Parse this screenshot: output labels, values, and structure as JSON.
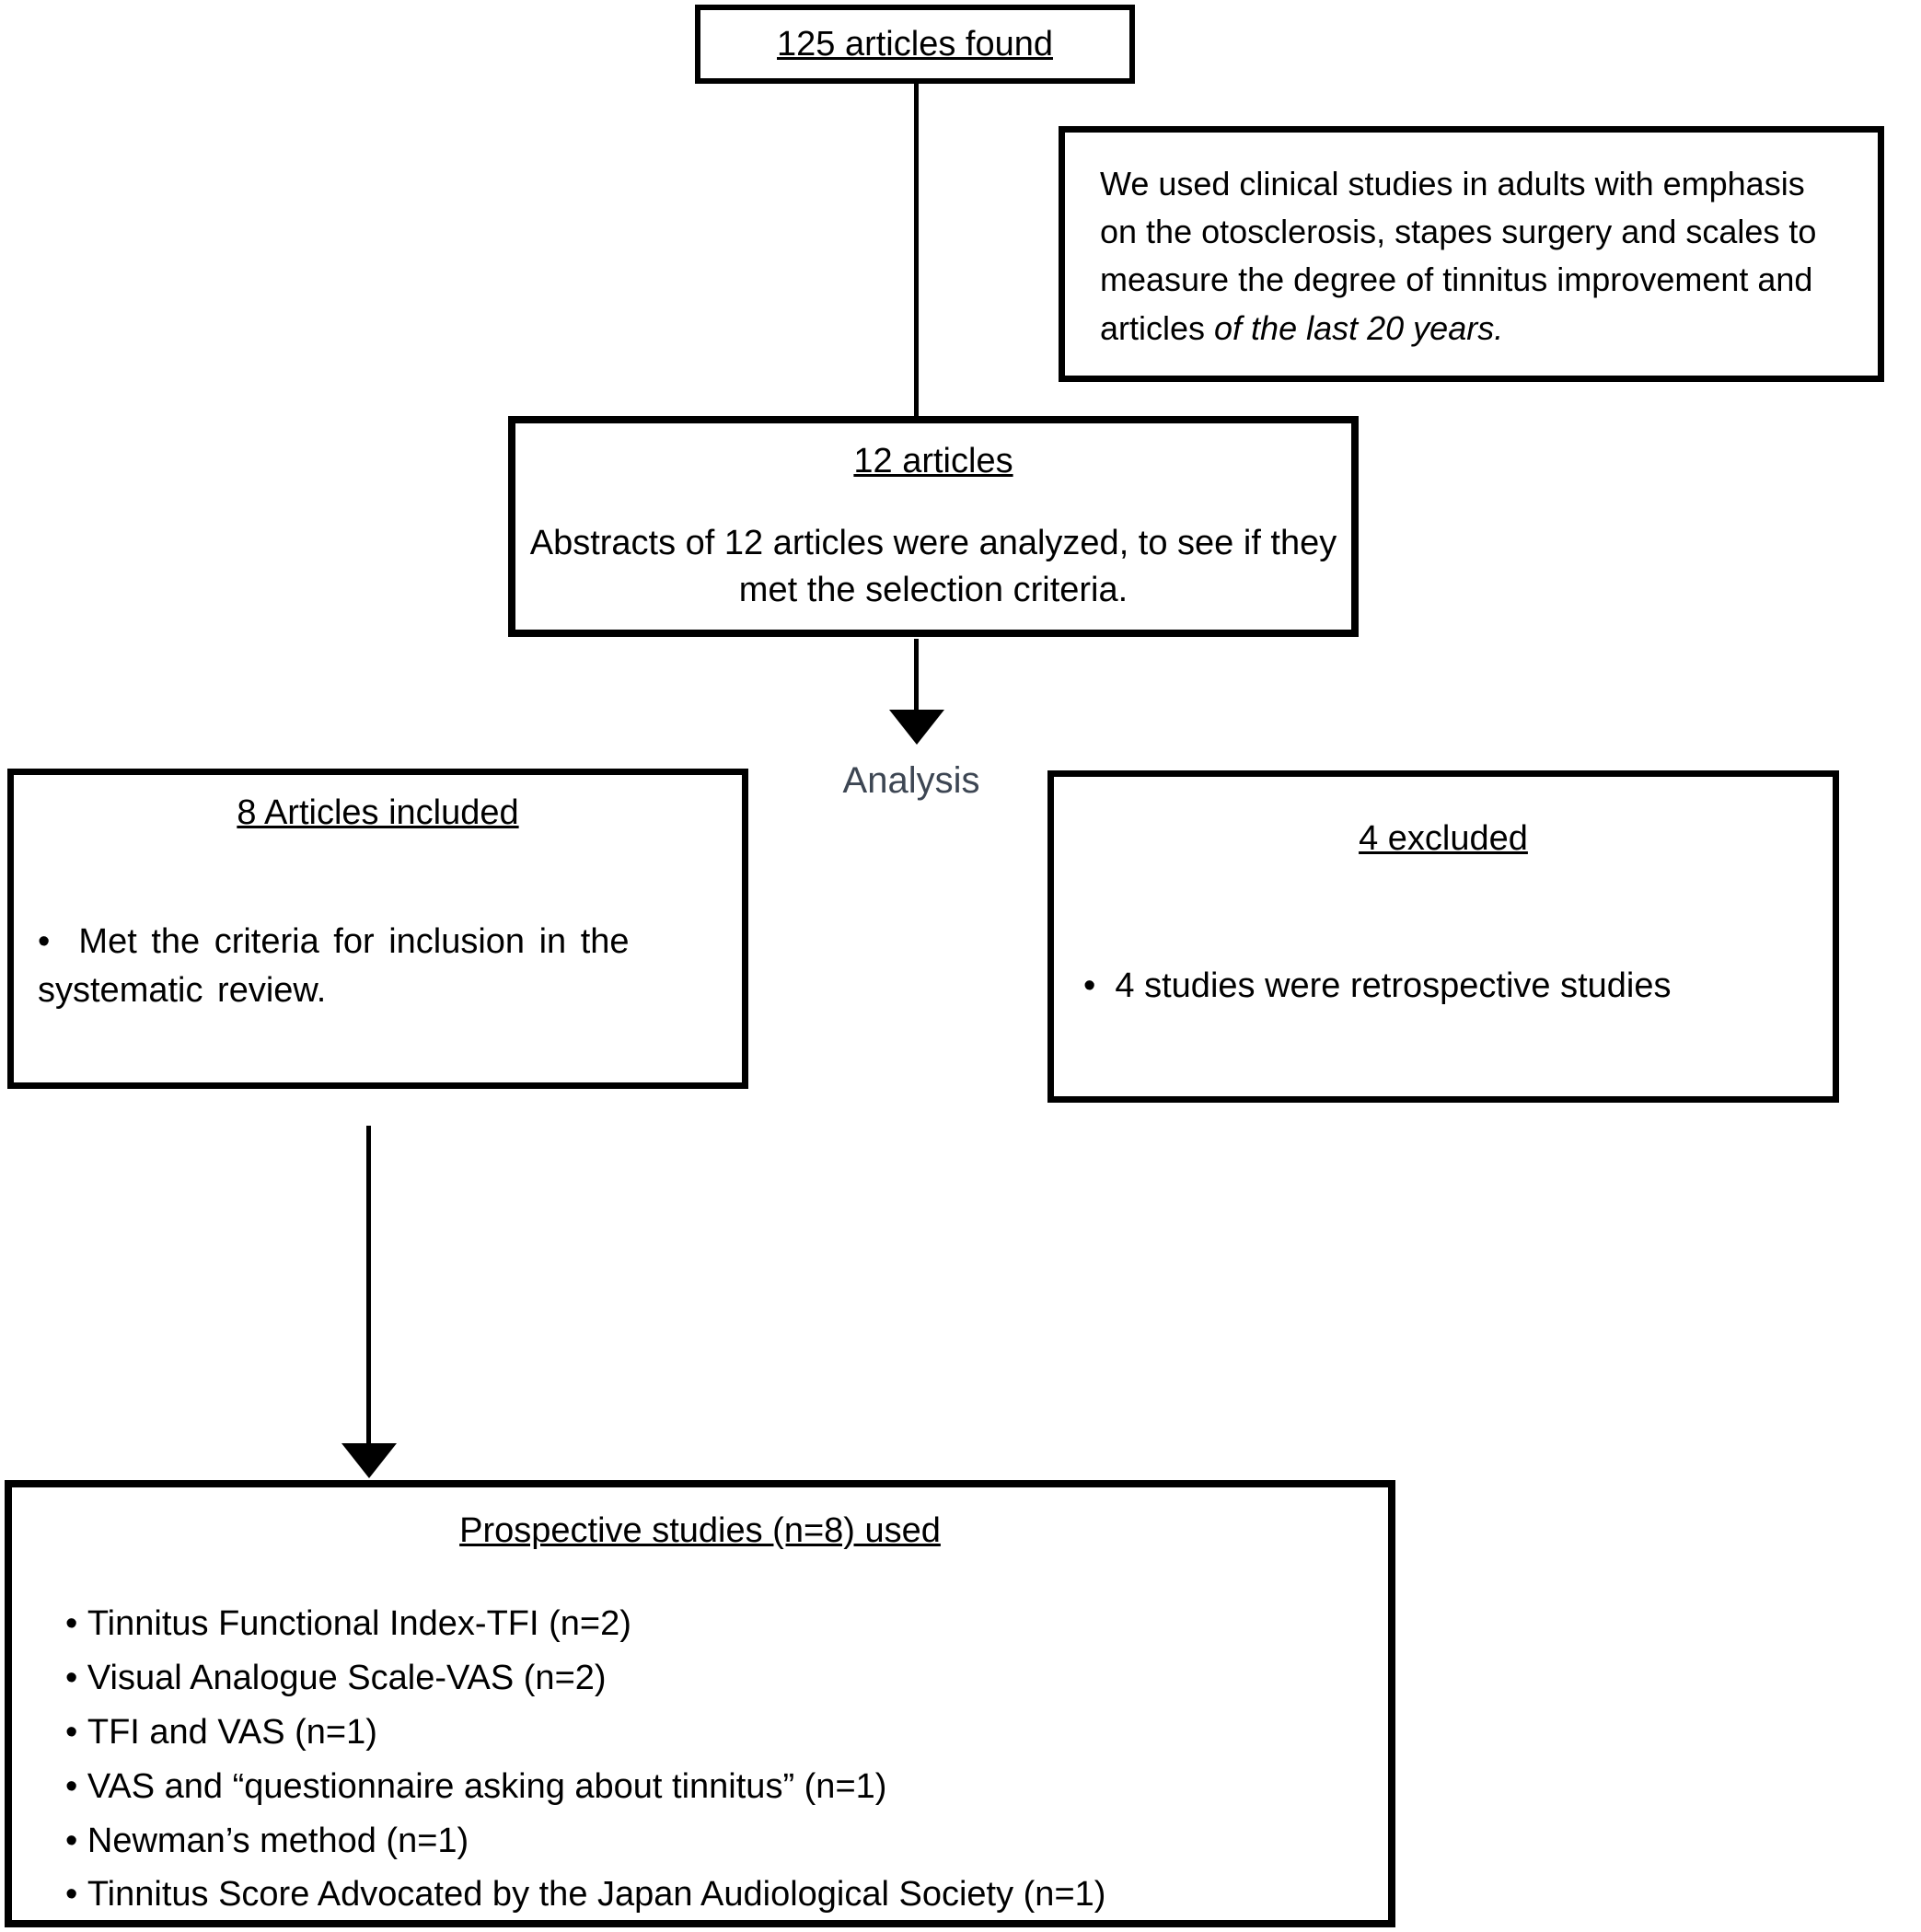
{
  "analysis_label": {
    "text": "Analysis",
    "color": "#3d4653"
  },
  "boxes": {
    "found": {
      "title": "125 articles found"
    },
    "criteria": {
      "text": "We used clinical studies in adults with emphasis on the otosclerosis, stapes surgery and scales to measure the degree of tinnitus improvement and articles ",
      "text_italic": "of the last 20 years."
    },
    "abstracts": {
      "title": "12 articles",
      "body": "Abstracts of 12 articles were analyzed, to see if they met the selection criteria."
    },
    "included": {
      "title": "8 Articles included",
      "bullet": "Met the criteria for inclusion in the systematic review."
    },
    "excluded": {
      "title": "4 excluded",
      "bullet": "4 studies were retrospective studies"
    },
    "prospective": {
      "title": "Prospective studies (n=8) used",
      "bullets": [
        "Tinnitus Functional Index-TFI (n=2)",
        "Visual Analogue Scale-VAS (n=2)",
        "TFI and VAS (n=1)",
        "VAS and “questionnaire asking about tinnitus” (n=1)",
        "Newman’s method (n=1)",
        "Tinnitus Score Advocated by the Japan Audiological Society (n=1)"
      ]
    }
  }
}
